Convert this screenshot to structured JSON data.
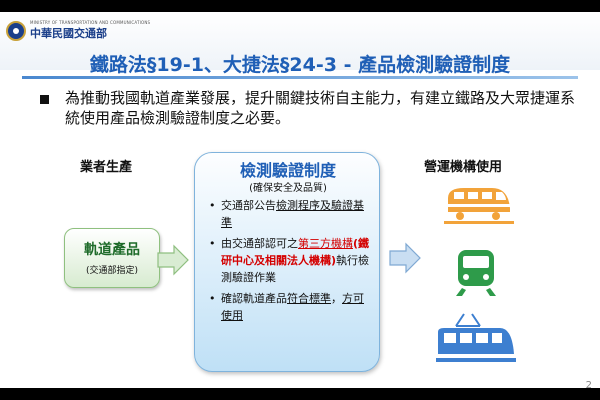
{
  "header": {
    "org_en": "MINISTRY OF TRANSPORTATION AND COMMUNICATIONS",
    "org_cn": "中華民國交通部",
    "title": "鐵路法§19-1、大捷法§24-3 - 產品檢測驗證制度"
  },
  "intro": "為推動我國軌道產業發展，提升關鍵技術自主能力，有建立鐵路及大眾捷運系統使用產品檢測驗證制度之必要。",
  "columns": {
    "left_label": "業者生產",
    "right_label": "營運機構使用"
  },
  "product_box": {
    "title": "軌道產品",
    "subtitle": "(交通部指定)"
  },
  "center_box": {
    "title": "檢測驗證制度",
    "subtitle": "(確保安全及品質)",
    "item1": {
      "a": "交通部公告",
      "b": "檢測程序",
      "c": "及驗證基準"
    },
    "item2": {
      "a": "由交通部認可之",
      "b": "第三方機構",
      "c": "(鐵研中心及相關法人機構)",
      "d": "執行檢測驗證作業"
    },
    "item3": {
      "a": "確認軌道產品",
      "b": "符合標準",
      "c": "，",
      "d": "方可使用"
    }
  },
  "colors": {
    "title_blue": "#1f5fb6",
    "product_green": "#1e6b2a",
    "highlight_red": "#d40000",
    "icon_orange": "#f2a33a",
    "icon_green": "#2e9b4a",
    "icon_blue": "#3d7fd0"
  },
  "icons": [
    "high-speed-train-icon",
    "metro-train-icon",
    "electric-tram-icon"
  ],
  "page_number": "2"
}
